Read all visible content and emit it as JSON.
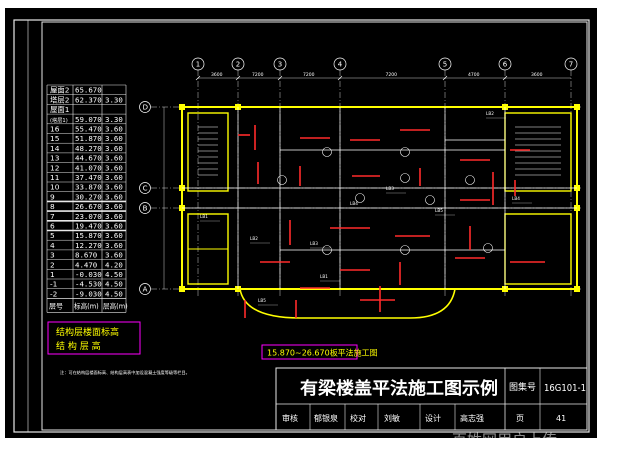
{
  "colors": {
    "background": "#000000",
    "frame": "#e8e8e8",
    "wall": "#ffff00",
    "beam": "#ff2a2a",
    "axis": "#ffffff",
    "annotation": "#ffffff",
    "table_text": "#ffffff",
    "legend_box": "#ff00ff",
    "legend_text": "#ffff00",
    "label_box": "#ff00ff"
  },
  "floor_table": {
    "rows": [
      {
        "floor": "屋面2",
        "elevation": "65.670",
        "height": ""
      },
      {
        "floor": "塔层2",
        "elevation": "62.370",
        "height": "3.30"
      },
      {
        "floor": "屋面1",
        "elevation": "",
        "height": ""
      },
      {
        "floor": "(塔层1)",
        "elevation": "59.070",
        "height": "3.30"
      },
      {
        "floor": "16",
        "elevation": "55.470",
        "height": "3.60"
      },
      {
        "floor": "15",
        "elevation": "51.870",
        "height": "3.60"
      },
      {
        "floor": "14",
        "elevation": "48.270",
        "height": "3.60"
      },
      {
        "floor": "13",
        "elevation": "44.670",
        "height": "3.60"
      },
      {
        "floor": "12",
        "elevation": "41.070",
        "height": "3.60"
      },
      {
        "floor": "11",
        "elevation": "37.470",
        "height": "3.60"
      },
      {
        "floor": "10",
        "elevation": "33.870",
        "height": "3.60"
      },
      {
        "floor": "9",
        "elevation": "30.270",
        "height": "3.60"
      },
      {
        "floor": "8",
        "elevation": "26.670",
        "height": "3.60"
      },
      {
        "floor": "7",
        "elevation": "23.070",
        "height": "3.60"
      },
      {
        "floor": "6",
        "elevation": "19.470",
        "height": "3.60"
      },
      {
        "floor": "5",
        "elevation": "15.870",
        "height": "3.60"
      },
      {
        "floor": "4",
        "elevation": "12.270",
        "height": "3.60"
      },
      {
        "floor": "3",
        "elevation": "8.670",
        "height": "3.60"
      },
      {
        "floor": "2",
        "elevation": "4.470",
        "height": "4.20"
      },
      {
        "floor": "1",
        "elevation": "-0.030",
        "height": "4.50"
      },
      {
        "floor": "-1",
        "elevation": "-4.530",
        "height": "4.50"
      },
      {
        "floor": "-2",
        "elevation": "-9.030",
        "height": "4.50"
      }
    ],
    "header": {
      "floor": "层号",
      "elevation": "标高(m)",
      "height": "层高(m)"
    },
    "highlighted_floors": [
      "5",
      "6",
      "7",
      "8"
    ]
  },
  "legend": {
    "line1": "结构层楼面标高",
    "line2": "结 构 层 高"
  },
  "note": "注：可在结构层楼面标高、结构层高表中加设混凝土强度等级等栏目。",
  "axes": {
    "columns": [
      "1",
      "2",
      "3",
      "4",
      "5",
      "6",
      "7"
    ],
    "rows": [
      "D",
      "C",
      "B",
      "A"
    ],
    "top_dims": [
      "3600",
      "7200",
      "7200",
      "7200",
      "4700",
      "3600"
    ]
  },
  "range_label": "15.870~26.670板平法施工图",
  "title_block": {
    "title": "有梁楼盖平法施工图示例",
    "atlas_label": "图集号",
    "atlas_no": "16G101-1",
    "review_label": "审核",
    "reviewer": "郁银泉",
    "check_label": "校对",
    "checker": "刘敏",
    "design_label": "设计",
    "designer": "高志强",
    "page_label": "页",
    "page_no": "41"
  },
  "slab_marks": [
    "LB1",
    "LB2",
    "LB3",
    "LB4",
    "LB5",
    "LB5",
    "LB1",
    "LB3",
    "LB2",
    "LB4"
  ],
  "watermark": "百姓网用户上传"
}
